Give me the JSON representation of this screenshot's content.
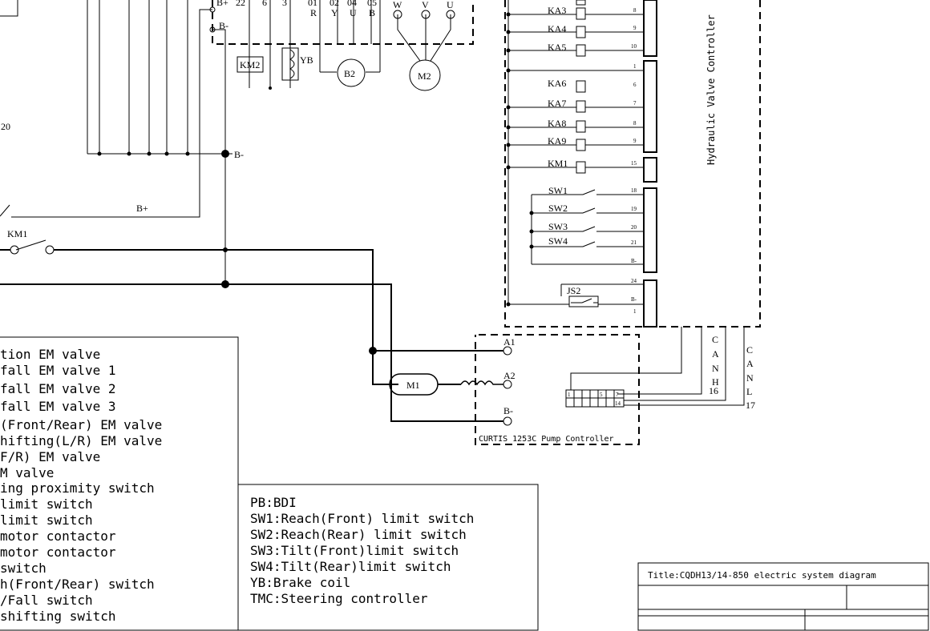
{
  "top_terminals": {
    "bplus": "B+",
    "bminus": "B-",
    "n22": "22",
    "n6": "6",
    "n3": "3",
    "n01": "01",
    "r": "R",
    "n02": "02",
    "y": "Y",
    "n04": "04",
    "u": "U",
    "n05": "05",
    "b": "B",
    "w": "W",
    "v": "V",
    "u2": "U"
  },
  "components": {
    "km2": "KM2",
    "yb": "YB",
    "b2": "B2",
    "m2": "M2",
    "m1": "M1",
    "km1": "KM1"
  },
  "left_labels": {
    "n20": "20",
    "bminus_node": "B-",
    "bplus_wire": "B+"
  },
  "hydraulic": {
    "title": "Hydraulic Valve Controller",
    "relays": [
      {
        "label": "KA3",
        "pin": "8"
      },
      {
        "label": "KA4",
        "pin": "9"
      },
      {
        "label": "KA5",
        "pin": "10"
      },
      {
        "label": "KA6",
        "pin": "6"
      },
      {
        "label": "KA7",
        "pin": "7"
      },
      {
        "label": "KA8",
        "pin": "8"
      },
      {
        "label": "KA9",
        "pin": "9"
      },
      {
        "label": "KM1",
        "pin": "15"
      }
    ],
    "pin_1_top": "1",
    "switches": [
      {
        "label": "SW1",
        "pin": "18"
      },
      {
        "label": "SW2",
        "pin": "19"
      },
      {
        "label": "SW3",
        "pin": "20"
      },
      {
        "label": "SW4",
        "pin": "21"
      }
    ],
    "pin_bminus_1": "B-",
    "js2": {
      "label": "JS2",
      "pin_24": "24",
      "pin_bminus": "B-",
      "pin_1": "1"
    }
  },
  "pump_controller": {
    "title": "CURTIS 1253C Pump Controller",
    "a1": "A1",
    "a2": "A2",
    "bminus": "B-",
    "connector_pins": [
      "1",
      "5",
      "7",
      "14"
    ],
    "canh_letters": [
      "C",
      "A",
      "N",
      "H"
    ],
    "canh_pin": "16",
    "canl_letters": [
      "C",
      "A",
      "N",
      "L"
    ],
    "canl_pin": "17"
  },
  "legend_left": [
    "tion EM valve",
    " fall EM valve 1",
    " fall EM valve 2",
    " fall EM valve 3",
    " (Front/Rear) EM valve",
    "hifting(L/R) EM valve",
    "F/R) EM valve",
    "M valve",
    "ing proximity switch",
    "limit switch",
    " limit switch",
    "motor contactor",
    " motor contactor",
    " switch",
    "h(Front/Rear) switch",
    "/Fall switch",
    "shifting switch"
  ],
  "legend_right": [
    "PB:BDI",
    "SW1:Reach(Front) limit switch",
    "SW2:Reach(Rear) limit switch",
    "SW3:Tilt(Front)limit switch",
    "SW4:Tilt(Rear)limit switch",
    "YB:Brake coil",
    "TMC:Steering controller"
  ],
  "title_block": {
    "title": "Title:CQDH13/14-850 electric system diagram"
  }
}
